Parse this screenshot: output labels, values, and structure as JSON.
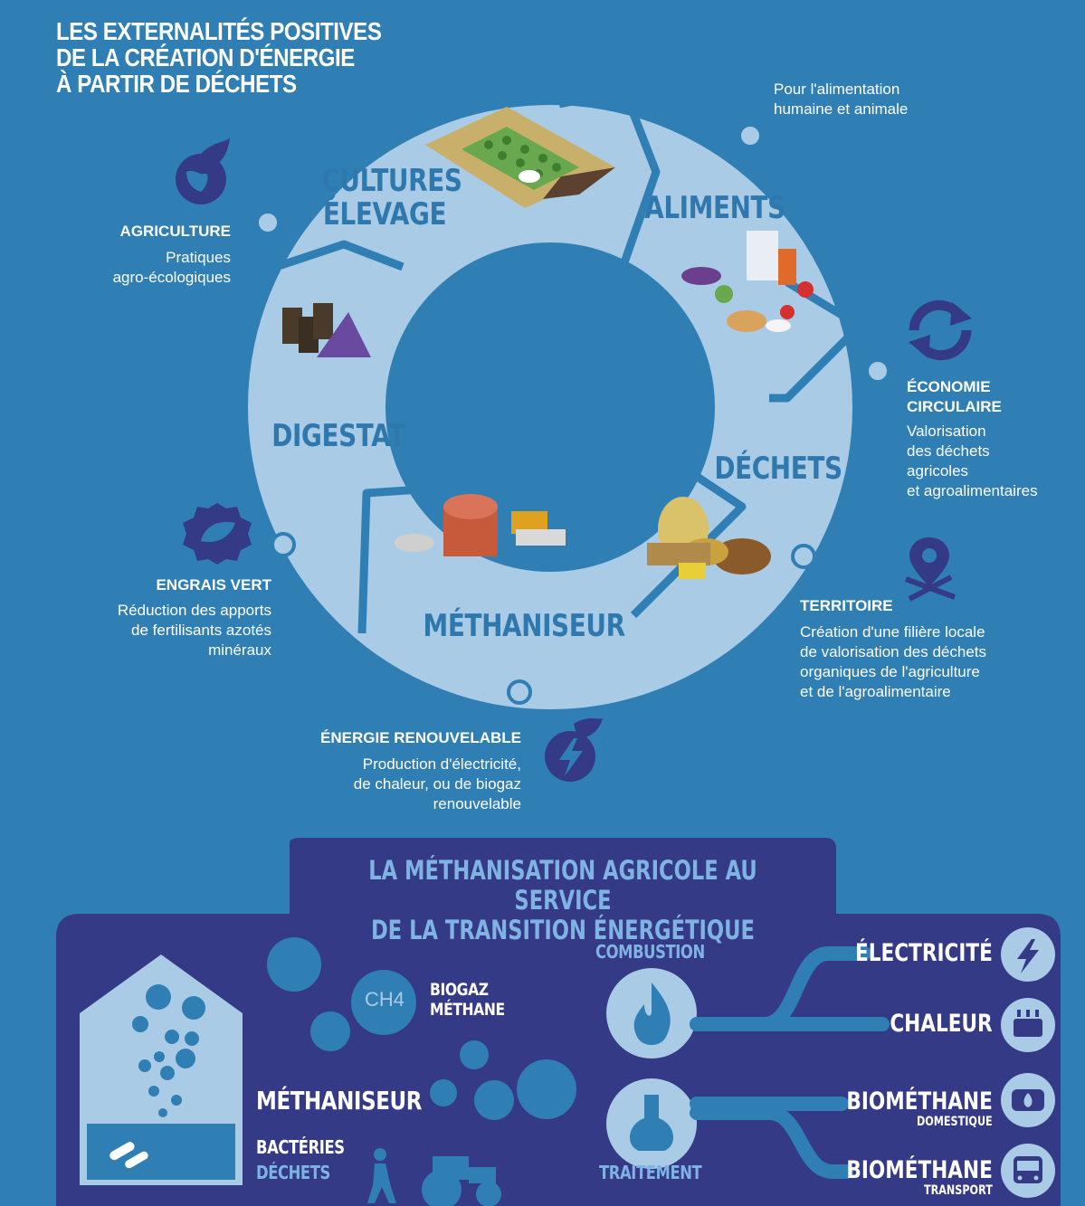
{
  "title": "LES EXTERNALITÉS POSITIVES\nDE LA CRÉATION D'ÉNERGIE\nÀ PARTIR DE DÉCHETS",
  "cycle": {
    "cultures": "CULTURES\nÉLEVAGE",
    "aliments": "ALIMENTS",
    "dechets": "DÉCHETS",
    "methaniseur": "MÉTHANISEUR",
    "digestat": "DIGESTAT"
  },
  "externalities": {
    "alimentation": {
      "text": "Pour l'alimentation\nhumaine et animale"
    },
    "agriculture": {
      "heading": "AGRICULTURE",
      "text": "Pratiques\nagro-écologiques",
      "icon": "globe-leaf-icon"
    },
    "economie": {
      "heading": "ÉCONOMIE\nCIRCULAIRE",
      "text": "Valorisation\ndes déchets\nagricoles\net agroalimentaires",
      "icon": "recycle-arrows-icon"
    },
    "territoire": {
      "heading": "TERRITOIRE",
      "text": "Création d'une filière locale\nde valorisation des déchets\norganiques de l'agriculture\net de l'agroalimentaire",
      "icon": "map-pin-icon"
    },
    "engrais": {
      "heading": "ENGRAIS VERT",
      "text": "Réduction des apports\nde fertilisants azotés\nminéraux",
      "icon": "leaf-badge-icon"
    },
    "energie": {
      "heading": "ÉNERGIE RENOUVELABLE",
      "text": "Production d'électricité,\nde chaleur, ou de biogaz\nrenouvelable",
      "icon": "lightning-cycle-icon"
    }
  },
  "bottom": {
    "title": "LA MÉTHANISATION AGRICOLE AU SERVICE\nDE LA TRANSITION ÉNERGÉTIQUE",
    "ch4": "CH4",
    "biogaz": "BIOGAZ",
    "methane": "MÉTHANE",
    "methaniseur": "MÉTHANISEUR",
    "bacteries": "BACTÉRIES",
    "dechets": "DÉCHETS",
    "combustion": "COMBUSTION",
    "traitement": "TRAITEMENT",
    "outputs": [
      {
        "label": "ÉLECTRICITÉ",
        "sub": "",
        "icon": "lightning-icon"
      },
      {
        "label": "CHALEUR",
        "sub": "",
        "icon": "radiator-icon"
      },
      {
        "label": "BIOMÉTHANE",
        "sub": "DOMESTIQUE",
        "icon": "gas-burner-icon"
      },
      {
        "label": "BIOMÉTHANE",
        "sub": "TRANSPORT",
        "icon": "bus-icon"
      }
    ]
  },
  "colors": {
    "background": "#2f7fb5",
    "ring": "#a9cbe6",
    "stage_text": "#2e78ad",
    "navy": "#343a86",
    "bottom_title": "#7fb3e3"
  }
}
